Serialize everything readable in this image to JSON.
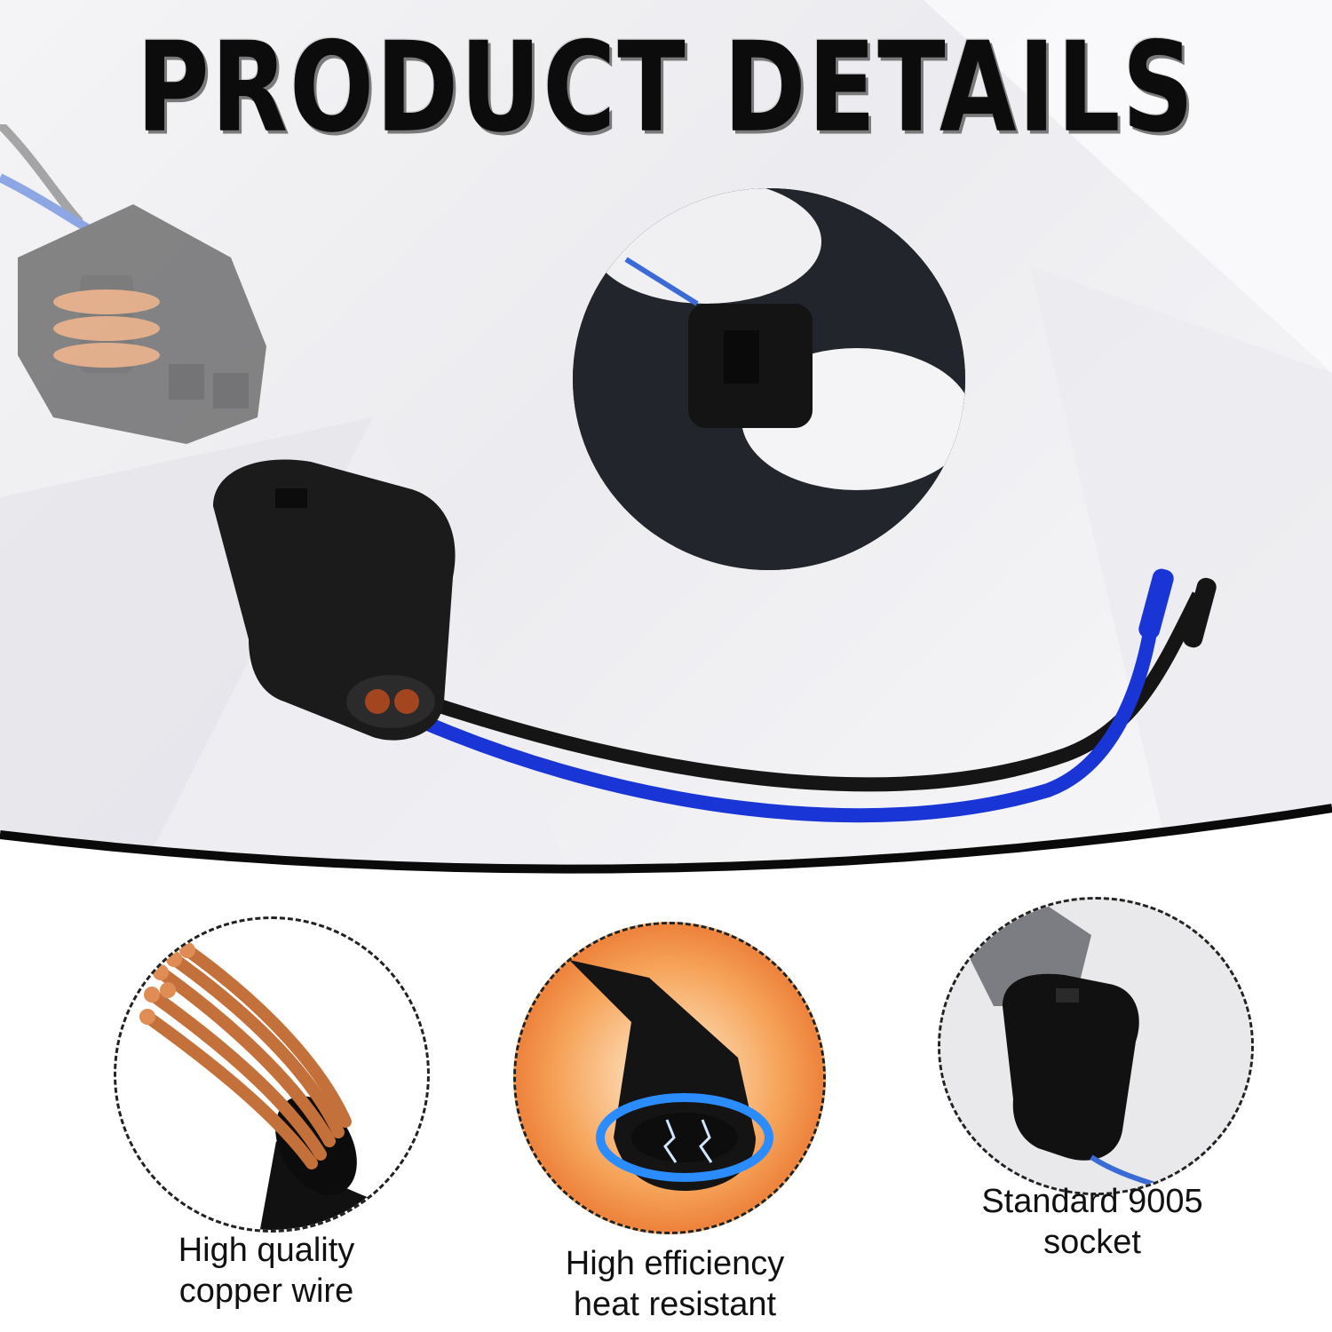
{
  "header": {
    "title": "PRODUCT DETAILS"
  },
  "features": [
    {
      "id": "copper",
      "line1": "High quality",
      "line2": "copper wire",
      "icon": "copper-wire-icon"
    },
    {
      "id": "heat",
      "line1": "High efficiency",
      "line2": "heat resistant",
      "icon": "heat-resistant-icon"
    },
    {
      "id": "socket",
      "line1": "Standard 9005",
      "line2": "socket",
      "icon": "socket-icon"
    }
  ],
  "colors": {
    "wire_blue": "#1a35d6",
    "wire_black": "#151515",
    "copper": "#c4703a",
    "connector": "#1b1b1b",
    "seal_orange": "#d87a3a"
  }
}
